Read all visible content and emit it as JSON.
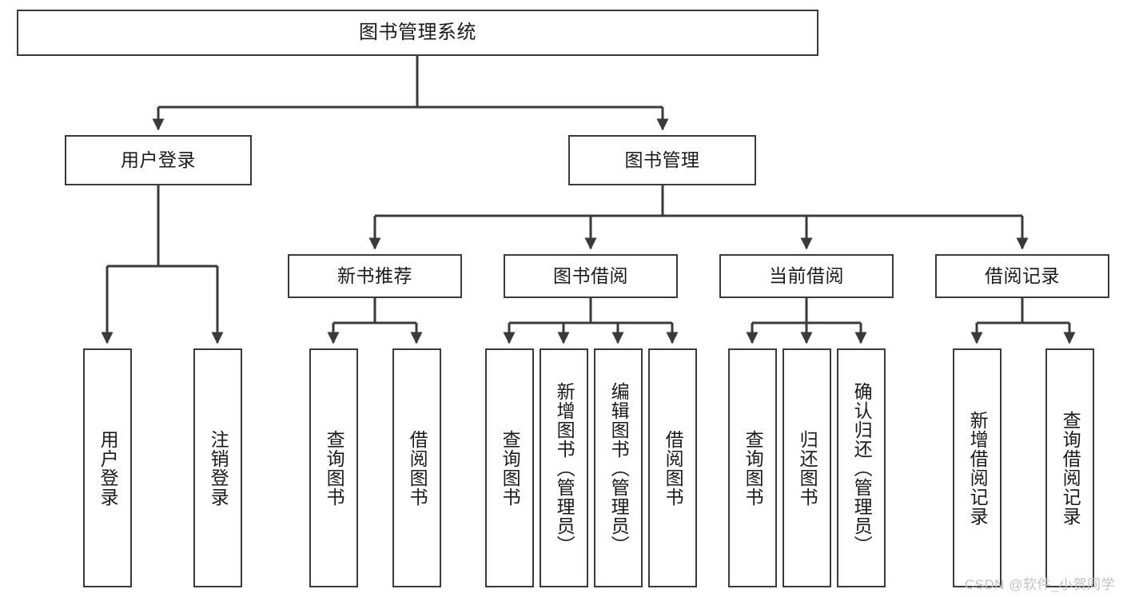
{
  "diagram": {
    "type": "tree-hierarchy-chart",
    "title": "图书管理系统",
    "colors": {
      "box_border": "#3a3a3a",
      "box_fill": "#ffffff",
      "connector": "#3a3a3a",
      "text": "#1a1a1a",
      "watermark": "#c2c2c2",
      "background": "#ffffff"
    },
    "root": {
      "label": "图书管理系统"
    },
    "level2": [
      {
        "id": "user-login",
        "label": "用户登录"
      },
      {
        "id": "book-management",
        "label": "图书管理"
      }
    ],
    "level3": [
      {
        "id": "new-book-recommend",
        "label": "新书推荐",
        "parent": "book-management"
      },
      {
        "id": "book-borrow",
        "label": "图书借阅",
        "parent": "book-management"
      },
      {
        "id": "current-borrow",
        "label": "当前借阅",
        "parent": "book-management"
      },
      {
        "id": "borrow-record",
        "label": "借阅记录",
        "parent": "book-management"
      }
    ],
    "leaves": [
      {
        "id": "leaf-user-login",
        "label": "用户登录",
        "parent": "user-login"
      },
      {
        "id": "leaf-user-logout",
        "label": "注销登录",
        "parent": "user-login"
      },
      {
        "id": "leaf-query-book-1",
        "label": "查询图书",
        "parent": "new-book-recommend"
      },
      {
        "id": "leaf-borrow-book-1",
        "label": "借阅图书",
        "parent": "new-book-recommend"
      },
      {
        "id": "leaf-query-book-2",
        "label": "查询图书",
        "parent": "book-borrow"
      },
      {
        "id": "leaf-add-book",
        "label": "新增图书（管理员）",
        "parent": "book-borrow"
      },
      {
        "id": "leaf-edit-book",
        "label": "编辑图书（管理员）",
        "parent": "book-borrow"
      },
      {
        "id": "leaf-borrow-book-2",
        "label": "借阅图书",
        "parent": "book-borrow"
      },
      {
        "id": "leaf-query-book-3",
        "label": "查询图书",
        "parent": "current-borrow"
      },
      {
        "id": "leaf-return-book",
        "label": "归还图书",
        "parent": "current-borrow"
      },
      {
        "id": "leaf-confirm-return",
        "label": "确认归还（管理员）",
        "parent": "current-borrow"
      },
      {
        "id": "leaf-add-record",
        "label": "新增借阅记录",
        "parent": "borrow-record"
      },
      {
        "id": "leaf-query-record",
        "label": "查询借阅记录",
        "parent": "borrow-record"
      }
    ]
  },
  "watermark": {
    "text": "CSDN @软件_小贺同学"
  }
}
